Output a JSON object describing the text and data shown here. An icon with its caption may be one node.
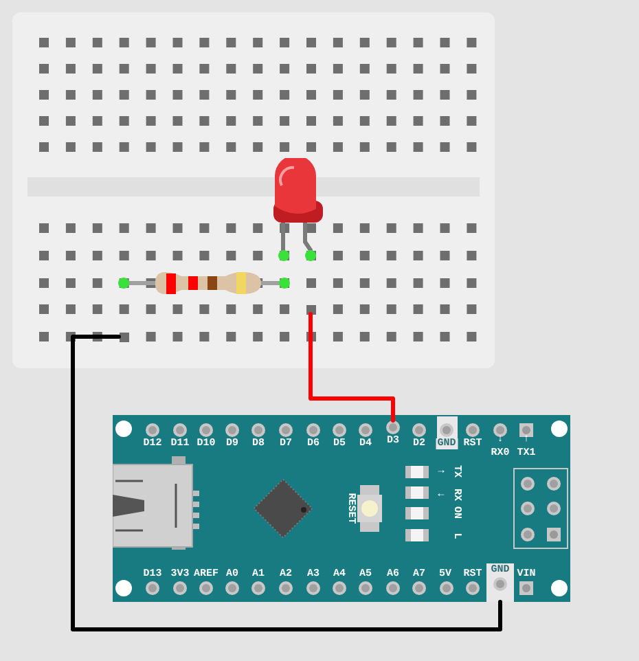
{
  "diagram": {
    "nodes": [
      {
        "text": [],
        "shape": "box"
      },
      {
        "text": [],
        "shape": "box",
        "in": 0
      },
      {
        "text": [],
        "shape": "box",
        "in": 0
      },
      {
        "text": [],
        "shape": "picture",
        "in": 0
      },
      {
        "text": [],
        "shape": "picture",
        "in": 0
      },
      {
        "text": [],
        "shape": "box"
      },
      {
        "text": [
          "D3"
        ],
        "in": 5
      },
      {
        "text": [
          "GND"
        ],
        "in": 5
      }
    ],
    "edges": [
      {
        "from": 1,
        "to": 6,
        "arrow": "none",
        "color": "#ff0000"
      },
      {
        "from": 2,
        "to": 7,
        "arrow": "none",
        "color": "#000000"
      }
    ],
    "labels": [
      "D12",
      "D11",
      "D10",
      "D9",
      "D8",
      "D7",
      "D6",
      "D5",
      "D4",
      "D2",
      "GND",
      "RST",
      "↓",
      "RX0",
      "↑",
      "TX1",
      "RESET",
      "↑",
      "TX",
      "↓",
      "RX",
      "ON",
      "L",
      "D13",
      "3V3",
      "AREF",
      "A0",
      "A1",
      "A2",
      "A3",
      "A4",
      "A5",
      "A6",
      "A7",
      "5V",
      "RST",
      "VIN"
    ]
  }
}
